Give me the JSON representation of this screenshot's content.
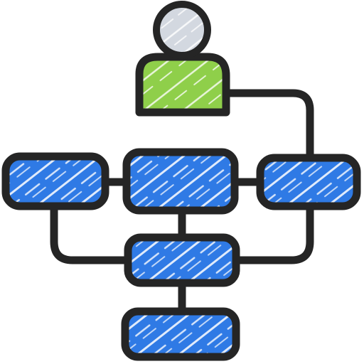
{
  "illustration": {
    "icon_name": "user-workflow-hierarchy-icon",
    "style": "hand-drawn sketch",
    "colors": {
      "outline": "#252525",
      "box_fill": "#2f7ae5",
      "head_fill": "#d3d8e0",
      "body_fill": "#8fcf4a",
      "hatch": "#ffffff",
      "background": "#ffffff"
    },
    "elements": {
      "user": "person-icon",
      "boxes": [
        "left-box",
        "center-box",
        "right-box",
        "middle-box",
        "bottom-box"
      ]
    }
  }
}
